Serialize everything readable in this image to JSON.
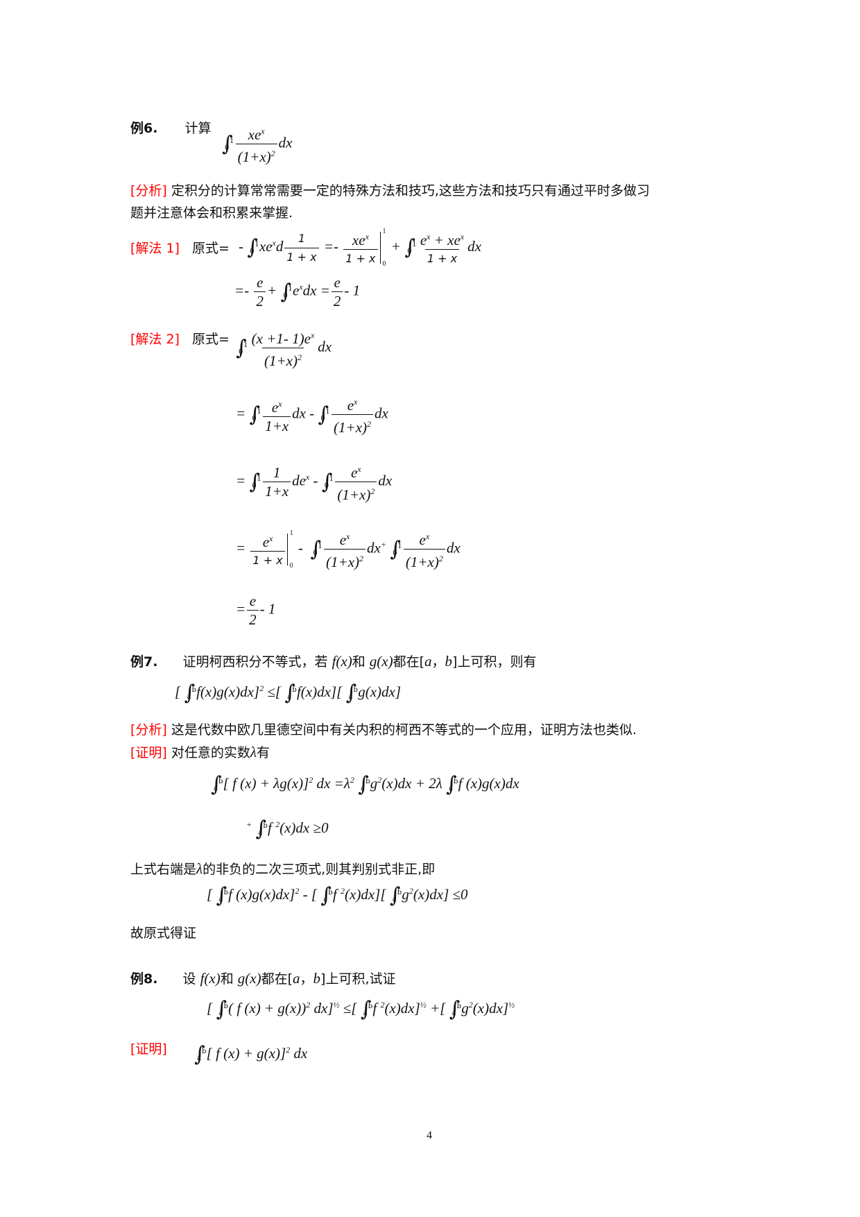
{
  "page": {
    "number": "4"
  },
  "ex6": {
    "label": "例6.",
    "prompt": "计算",
    "formula": "∫₀¹ xeˣ/(1+x)² dx",
    "analysis_tag": "[分析]",
    "analysis_line1": "定积分的计算常常需要一定的特殊方法和技巧,这些方法和技巧只有通过平时多做习",
    "analysis_line2": "题并注意体会和积累来掌握.",
    "sol1_tag": "[解法 1]",
    "sol1_prefix": "原式=",
    "sol1_line1": "-∫₀¹ xeˣ d(1/(1+x)) = -xeˣ/(1+x)|₀¹ + ∫₀¹ (eˣ+xeˣ)/(1+x) dx",
    "sol1_line2": "= -e/2 + ∫₀¹ eˣ dx = e/2 - 1",
    "sol2_tag": "[解法 2]",
    "sol2_prefix": "原式=",
    "sol2_line1": "∫₀¹ (x+1-1)eˣ/(1+x)² dx",
    "sol2_line2": "= ∫₀¹ eˣ/(1+x) dx - ∫₀¹ eˣ/(1+x)² dx",
    "sol2_line3": "= ∫₀¹ 1/(1+x) deˣ - ∫₀¹ eˣ/(1+x)² dx",
    "sol2_line4": "= eˣ/(1+x)|₀¹ - ∫₀¹ eˣ/(1+x)² dx + ∫₀¹ eˣ/(1+x)² dx",
    "sol2_line5": "= e/2 - 1"
  },
  "ex7": {
    "label": "例7.",
    "statement_a": "证明柯西积分不等式，若",
    "f": "f(x)",
    "and": "和",
    "g": "g(x)",
    "statement_b": "都在[",
    "a": "a",
    "comma": "，",
    "b": "b",
    "statement_c": "]上可积，则有",
    "inequality": "[∫ₐᵇ f(x)g(x)dx]² ≤ [∫ₐᵇ f(x)dx][∫ₐᵇ g(x)dx]",
    "analysis_tag": "[分析]",
    "analysis": "这是代数中欧几里德空间中有关内积的柯西不等式的一个应用，证明方法也类似.",
    "proof_tag": "[证明]",
    "proof_intro_a": "对任意的实数",
    "lambda": "λ",
    "proof_intro_b": "有",
    "eq1_line1": "∫ₐᵇ [f(x)+λg(x)]² dx = λ² ∫ₐᵇ g²(x)dx + 2λ ∫ₐᵇ f(x)g(x)dx",
    "eq1_line2": "+ ∫ₐᵇ f²(x)dx ≥ 0",
    "remark_a": "上式右端是",
    "remark_b": "的非负的二次三项式,则其判别式非正,即",
    "eq2": "[∫ₐᵇ f(x)g(x)dx]² - [∫ₐᵇ f²(x)dx][∫ₐᵇ g²(x)dx] ≤ 0",
    "conclusion": "故原式得证"
  },
  "ex8": {
    "label": "例8.",
    "statement_a": "设",
    "f": "f(x)",
    "and": "和",
    "g": "g(x)",
    "statement_b": "都在[",
    "a": "a",
    "comma": "，",
    "b": "b",
    "statement_c": "]上可积,试证",
    "inequality": "[∫ₐᵇ (f(x)+g(x))² dx]^(1/2) ≤ [∫ₐᵇ f²(x)dx]^(1/2) + [∫ₐᵇ g²(x)dx]^(1/2)",
    "proof_tag": "[证明]",
    "proof_line1": "∫ₐᵇ [f(x)+g(x)]² dx"
  }
}
